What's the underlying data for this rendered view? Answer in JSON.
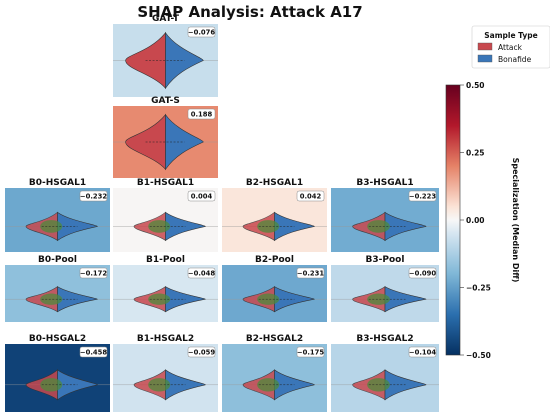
{
  "figure": {
    "title": "SHAP Analysis: Attack A17",
    "legend": {
      "title": "Sample Type",
      "entries": [
        {
          "label": "Attack",
          "color": "#c8484e"
        },
        {
          "label": "Bonafide",
          "color": "#3a76b8"
        }
      ]
    },
    "colorbar": {
      "label": "Specialization (Median Diff)",
      "ticks": [
        "0.50",
        "0.25",
        "0.00",
        "−0.25",
        "−0.50"
      ],
      "range": [
        -0.5,
        0.5
      ],
      "colormap": "RdBu_r"
    }
  },
  "chart_data": {
    "type": "violin",
    "split": true,
    "value_range": [
      -0.5,
      0.5
    ],
    "panels": [
      {
        "name": "GAT-T",
        "value": -0.076,
        "label": "−0.076"
      },
      {
        "name": "GAT-S",
        "value": 0.188,
        "label": "0.188"
      },
      {
        "name": "B0-HSGAL1",
        "value": -0.232,
        "label": "−0.232"
      },
      {
        "name": "B1-HSGAL1",
        "value": 0.004,
        "label": "0.004"
      },
      {
        "name": "B2-HSGAL1",
        "value": 0.042,
        "label": "0.042"
      },
      {
        "name": "B3-HSGAL1",
        "value": -0.223,
        "label": "−0.223"
      },
      {
        "name": "B0-Pool",
        "value": -0.172,
        "label": "−0.172"
      },
      {
        "name": "B1-Pool",
        "value": -0.048,
        "label": "−0.048"
      },
      {
        "name": "B2-Pool",
        "value": -0.231,
        "label": "−0.231"
      },
      {
        "name": "B3-Pool",
        "value": -0.09,
        "label": "−0.090"
      },
      {
        "name": "B0-HSGAL2",
        "value": -0.458,
        "label": "−0.458"
      },
      {
        "name": "B1-HSGAL2",
        "value": -0.059,
        "label": "−0.059"
      },
      {
        "name": "B2-HSGAL2",
        "value": -0.175,
        "label": "−0.175"
      },
      {
        "name": "B3-HSGAL2",
        "value": -0.104,
        "label": "−0.104"
      }
    ]
  }
}
